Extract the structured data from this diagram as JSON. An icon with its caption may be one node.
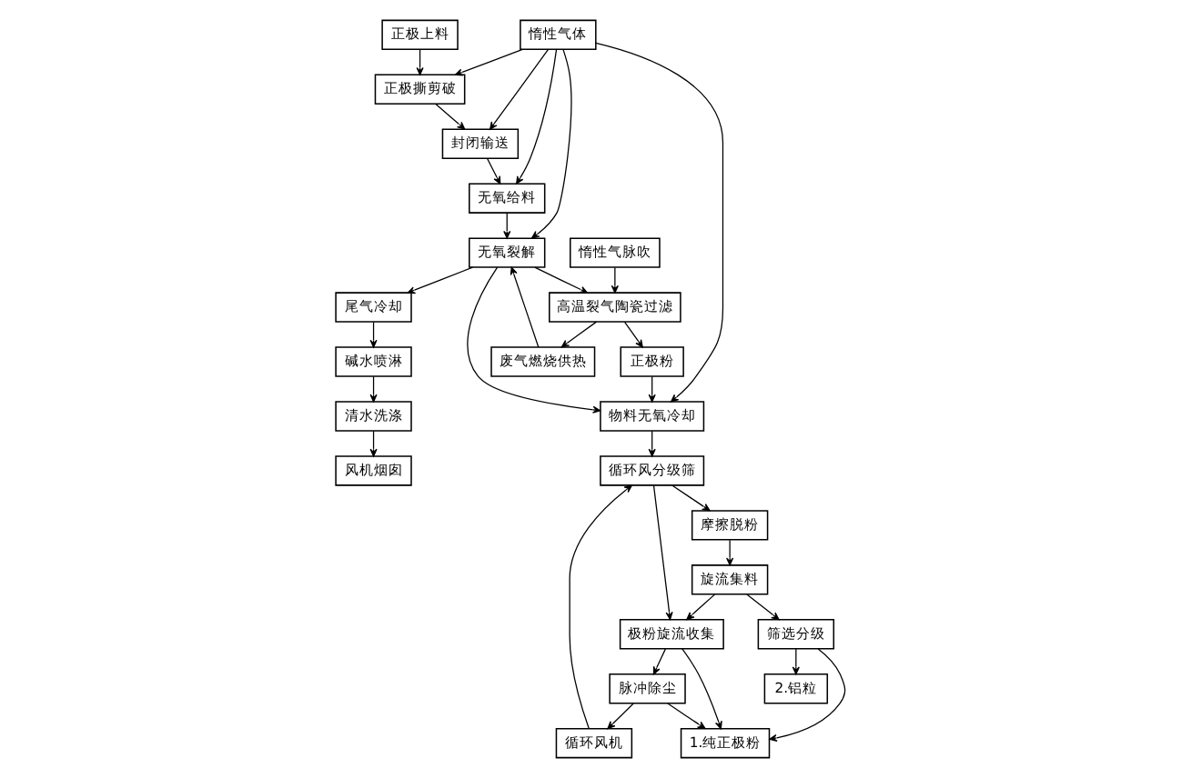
{
  "diagram": {
    "nodes": [
      {
        "text": [
          "正极上料"
        ]
      },
      {
        "text": [
          "正极撕剪破"
        ]
      },
      {
        "text": [
          "封闭输送"
        ]
      },
      {
        "text": [
          "惰性气体"
        ]
      },
      {
        "text": [
          "无氧给料"
        ]
      },
      {
        "text": [
          "尾气冷却"
        ]
      },
      {
        "text": [
          "碱水喷淋"
        ]
      },
      {
        "text": [
          "清水洗涤"
        ]
      },
      {
        "text": [
          "风机烟囱"
        ]
      },
      {
        "text": [
          "无氧裂解"
        ]
      },
      {
        "text": [
          "废气燃烧供热"
        ]
      },
      {
        "text": [
          "高温裂气陶瓷过滤"
        ]
      },
      {
        "text": [
          "惰性气脉吹"
        ]
      },
      {
        "text": [
          "脉冲除尘"
        ]
      },
      {
        "text": [
          "循环风机"
        ]
      },
      {
        "text": [
          "物料无氧冷却"
        ]
      },
      {
        "text": [
          "正极粉"
        ]
      },
      {
        "text": [
          "1.纯正极粉"
        ]
      },
      {
        "text": [
          "极粉旋流收集"
        ]
      },
      {
        "text": [
          "循环风分级筛"
        ]
      },
      {
        "text": [
          "筛选分级"
        ]
      },
      {
        "text": [
          "旋流集料"
        ]
      },
      {
        "text": [
          "摩擦脱粉"
        ]
      },
      {
        "text": [
          "2.铝粒"
        ]
      }
    ],
    "edges": [
      {
        "from": 0,
        "to": 1,
        "arrow": "to"
      },
      {
        "from": 1,
        "to": 2,
        "arrow": "to"
      },
      {
        "from": 2,
        "to": 4,
        "arrow": "to"
      },
      {
        "from": 4,
        "to": 9,
        "arrow": "to"
      },
      {
        "from": 9,
        "to": 15,
        "arrow": "to"
      },
      {
        "from": 3,
        "to": 1,
        "arrow": "to"
      },
      {
        "from": 3,
        "to": 2,
        "arrow": "to"
      },
      {
        "from": 3,
        "to": 4,
        "arrow": "to"
      },
      {
        "from": 3,
        "to": 9,
        "arrow": "to"
      },
      {
        "from": 3,
        "to": 15,
        "arrow": "to"
      },
      {
        "from": 9,
        "to": 5,
        "arrow": "to"
      },
      {
        "from": 5,
        "to": 6,
        "arrow": "to"
      },
      {
        "from": 6,
        "to": 7,
        "arrow": "to"
      },
      {
        "from": 7,
        "to": 8,
        "arrow": "to"
      },
      {
        "from": 9,
        "to": 11,
        "arrow": "to"
      },
      {
        "from": 11,
        "to": 10,
        "arrow": "to"
      },
      {
        "from": 10,
        "to": 9,
        "arrow": "to"
      },
      {
        "from": 12,
        "to": 11,
        "arrow": "to"
      },
      {
        "from": 11,
        "to": 16,
        "arrow": "to"
      },
      {
        "from": 16,
        "to": 15,
        "arrow": "to"
      },
      {
        "from": 15,
        "to": 19,
        "arrow": "to"
      },
      {
        "from": 19,
        "to": 18,
        "arrow": "to"
      },
      {
        "from": 19,
        "to": 22,
        "arrow": "to"
      },
      {
        "from": 22,
        "to": 21,
        "arrow": "to"
      },
      {
        "from": 21,
        "to": 18,
        "arrow": "to"
      },
      {
        "from": 21,
        "to": 20,
        "arrow": "to"
      },
      {
        "from": 18,
        "to": 17,
        "arrow": "to"
      },
      {
        "from": 18,
        "to": 13,
        "arrow": "to"
      },
      {
        "from": 13,
        "to": 17,
        "arrow": "to"
      },
      {
        "from": 13,
        "to": 14,
        "arrow": "to"
      },
      {
        "from": 14,
        "to": 19,
        "arrow": "to"
      },
      {
        "from": 20,
        "to": 17,
        "arrow": "to"
      },
      {
        "from": 20,
        "to": 23,
        "arrow": "to"
      }
    ]
  }
}
